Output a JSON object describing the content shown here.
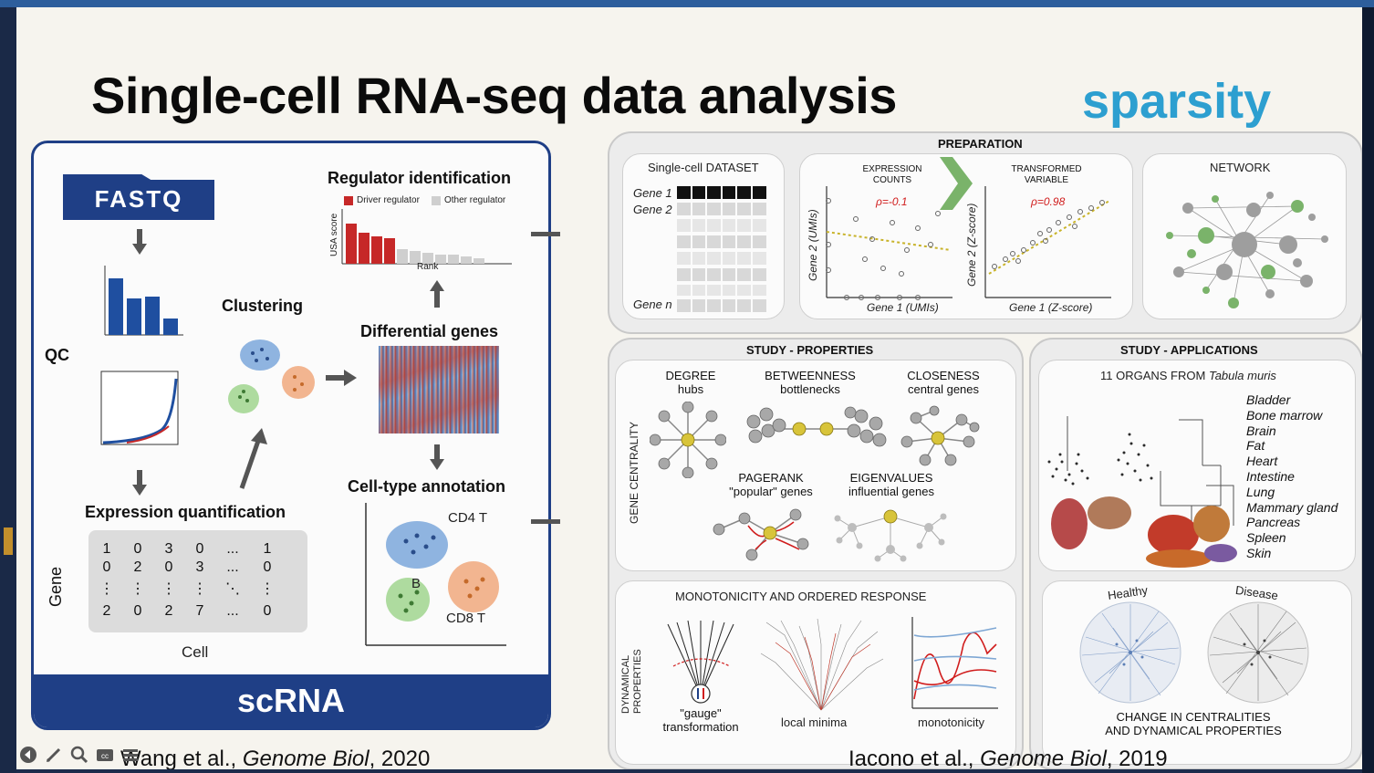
{
  "slide": {
    "title": "Single-cell RNA-seq data analysis",
    "keyword": "sparsity"
  },
  "left_figure": {
    "fastq": "FASTQ",
    "qc": "QC",
    "expression_quantification": "Expression quantification",
    "clustering": "Clustering",
    "regulator_identification": "Regulator identification",
    "driver_legend": "Driver regulator",
    "other_legend": "Other regulator",
    "usa_axis": "USA score",
    "rank_axis": "Rank",
    "differential_genes": "Differential genes",
    "cell_type_annotation": "Cell-type annotation",
    "cd4": "CD4 T",
    "b": "B",
    "cd8": "CD8 T",
    "gene_axis": "Gene",
    "cell_axis": "Cell",
    "matrix_rows": [
      [
        "1",
        "0",
        "3",
        "0",
        "...",
        "1"
      ],
      [
        "0",
        "2",
        "0",
        "3",
        "...",
        "0"
      ],
      [
        "⋮",
        "⋮",
        "⋮",
        "⋮",
        "⋱",
        "⋮"
      ],
      [
        "2",
        "0",
        "2",
        "7",
        "...",
        "0"
      ]
    ],
    "footer": "scRNA"
  },
  "right_figure": {
    "preparation": "PREPARATION",
    "dataset_title": "Single-cell DATASET",
    "gene1": "Gene 1",
    "gene2": "Gene 2",
    "genen": "Gene n",
    "expression_counts": "EXPRESSION COUNTS",
    "rho_raw": "ρ=-0.1",
    "gene2_umis": "Gene 2 (UMIs)",
    "gene1_umis": "Gene 1 (UMIs)",
    "transformed_variable": "TRANSFORMED VARIABLE",
    "rho_transformed": "ρ=0.98",
    "gene2_z": "Gene 2 (Z-score)",
    "gene1_z": "Gene 1 (Z-score)",
    "network": "NETWORK",
    "study_properties": "STUDY - PROPERTIES",
    "study_applications": "STUDY - APPLICATIONS",
    "gene_centrality": "GENE CENTRALITY",
    "degree": "DEGREE",
    "degree_sub": "hubs",
    "betweenness": "BETWEENNESS",
    "betweenness_sub": "bottlenecks",
    "closeness": "CLOSENESS",
    "closeness_sub": "central genes",
    "pagerank": "PAGERANK",
    "pagerank_sub": "\"popular\" genes",
    "eigenvalues": "EIGENVALUES",
    "eigenvalues_sub": "influential genes",
    "organs_title": "11 ORGANS FROM ",
    "organs_title_italic": "Tabula muris",
    "organs": [
      "Bladder",
      "Bone marrow",
      "Brain",
      "Fat",
      "Heart",
      "Intestine",
      "Lung",
      "Mammary gland",
      "Pancreas",
      "Spleen",
      "Skin"
    ],
    "monotonicity": "MONOTONICITY AND ORDERED RESPONSE",
    "dynamical": "DYNAMICAL PROPERTIES",
    "gauge": "\"gauge\"",
    "transformation": "transformation",
    "local_minima": "local minima",
    "monotonicity_sub": "monotonicity",
    "healthy": "Healthy",
    "disease": "Disease",
    "change1": "CHANGE IN CENTRALITIES",
    "change2": "AND DYNAMICAL PROPERTIES"
  },
  "citations": {
    "left_authors": "Wang et al., ",
    "left_journal": "Genome Biol",
    "left_year": ", 2020",
    "right_authors": "Iacono et al., ",
    "right_journal": "Genome Biol",
    "right_year": ", 2019"
  },
  "colors": {
    "navy": "#1f3f86",
    "accent": "#2d9fd0",
    "driver": "#c62828",
    "other": "#cfcfcf",
    "node_green": "#7ab36a",
    "node_gold": "#d8c43a"
  },
  "toolbar_icons": [
    "back-icon",
    "pen-icon",
    "zoom-icon",
    "captions-icon",
    "menu-icon"
  ]
}
